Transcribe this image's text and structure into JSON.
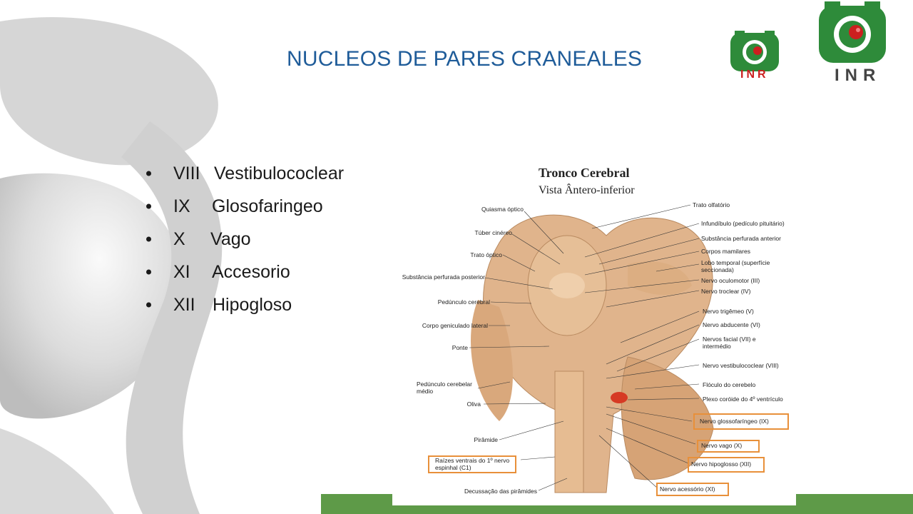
{
  "slide": {
    "title": "NUCLEOS DE PARES CRANEALES",
    "bullets": [
      {
        "number": "VIII",
        "name": "Vestibulococlear"
      },
      {
        "number": "IX",
        "name": "Glosofaringeo"
      },
      {
        "number": "X",
        "name": "Vago"
      },
      {
        "number": "XI",
        "name": "Accesorio"
      },
      {
        "number": "XII",
        "name": "Hipogloso"
      }
    ]
  },
  "logos": {
    "small_text": "INR",
    "large_text": "INR"
  },
  "figure": {
    "title": "Tronco Cerebral",
    "subtitle": "Vista Ântero-inferior",
    "labels_left": [
      "Quiasma óptico",
      "Túber cinéreo",
      "Trato óptico",
      "Substância perfurada posterior",
      "Pedúnculo cerebral",
      "Corpo geniculado lateral",
      "Ponte",
      "Pedúnculo cerebelar médio",
      "Oliva",
      "Pirâmide",
      "Raízes ventrais do 1º nervo espinhal (C1)",
      "Decussação das pirâmides"
    ],
    "labels_right": [
      "Trato olfatório",
      "Infundíbulo (pedículo pituitário)",
      "Substância perfurada anterior",
      "Corpos mamilares",
      "Lobo temporal (superfície seccionada)",
      "Nervo oculomotor (III)",
      "Nervo troclear (IV)",
      "Nervo trigêmeo (V)",
      "Nervo abducente (VI)",
      "Nervos facial (VII) e intermédio",
      "Nervo vestibulococlear (VIII)",
      "Flóculo do cerebelo",
      "Plexo coróide do 4º ventrículo",
      "Nervo glossofaríngeo (IX)",
      "Nervo vago (X)",
      "Nervo hipoglosso (XII)",
      "Nervo acessório (XI)"
    ]
  },
  "colors": {
    "title": "#1f5c99",
    "logo_green": "#2e8b3a",
    "logo_red": "#cc1f1f",
    "bar_green": "#5e9a48",
    "highlight_box": "#e8903a",
    "tissue": "#e0b48c"
  }
}
